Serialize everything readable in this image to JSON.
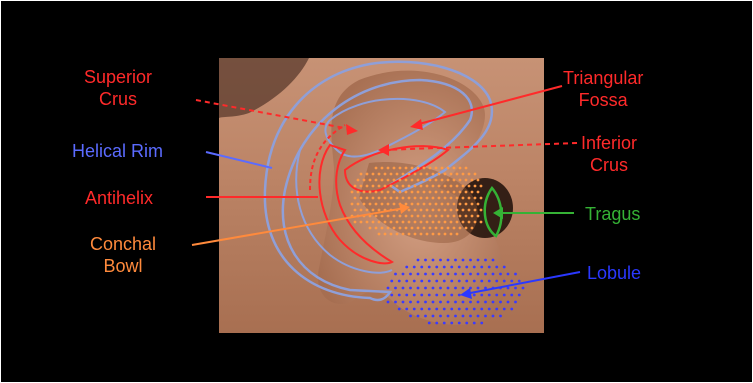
{
  "labels": {
    "superior_crus": [
      "Superior",
      "Crus"
    ],
    "triangular_fossa": [
      "Triangular",
      "Fossa"
    ],
    "helical_rim": "Helical Rim",
    "inferior_crus": [
      "Inferior",
      "Crus"
    ],
    "antihelix": "Antihelix",
    "tragus": "Tragus",
    "conchal_bowl": [
      "Conchal",
      "Bowl"
    ],
    "lobule": "Lobule"
  },
  "colors": {
    "red": "#ff2a2a",
    "blue": "#5b6bff",
    "orange": "#ff8a3c",
    "green": "#35b235",
    "navy": "#2a38ff",
    "outline": "#8f9fd8"
  }
}
